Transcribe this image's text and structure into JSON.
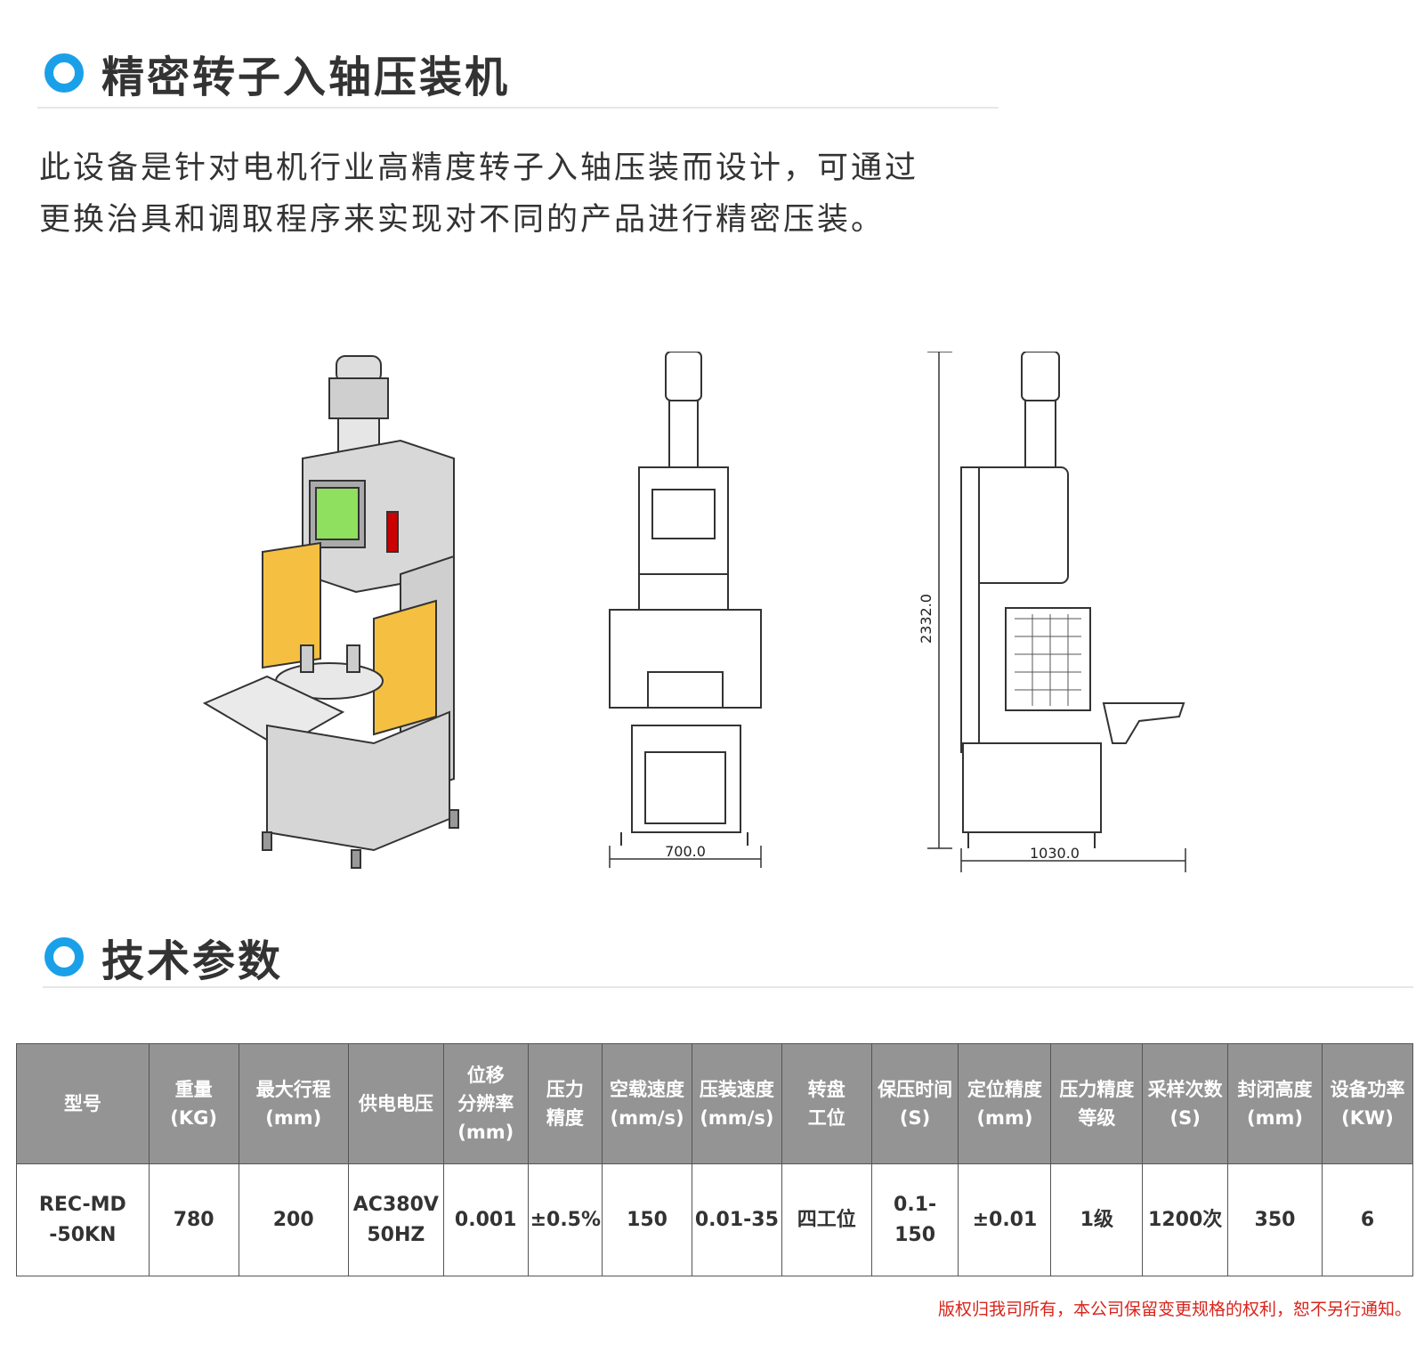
{
  "section1": {
    "title": "精密转子入轴压装机"
  },
  "intro": {
    "text": "此设备是针对电机行业高精度转子入轴压装而设计，可通过更换治具和调取程序来实现对不同的产品进行精密压装。"
  },
  "drawings": {
    "front_width": "700.0",
    "side_depth": "1030.0",
    "height": "2332.0"
  },
  "section2": {
    "title": "技术参数"
  },
  "spec_table": {
    "headers": [
      [
        "型号"
      ],
      [
        "重量",
        "(KG)"
      ],
      [
        "最大行程",
        "(mm)"
      ],
      [
        "供电电压"
      ],
      [
        "位移",
        "分辨率",
        "(mm)"
      ],
      [
        "压力",
        "精度"
      ],
      [
        "空载速度",
        "(mm/s)"
      ],
      [
        "压装速度",
        "(mm/s)"
      ],
      [
        "转盘",
        "工位"
      ],
      [
        "保压时间",
        "(S)"
      ],
      [
        "定位精度",
        "(mm)"
      ],
      [
        "压力精度",
        "等级"
      ],
      [
        "采样次数",
        "(S)"
      ],
      [
        "封闭高度",
        "(mm)"
      ],
      [
        "设备功率",
        "(KW)"
      ]
    ],
    "row": [
      [
        "REC-MD",
        "-50KN"
      ],
      [
        "780"
      ],
      [
        "200"
      ],
      [
        "AC380V",
        "50HZ"
      ],
      [
        "0.001"
      ],
      [
        "±0.5%"
      ],
      [
        "150"
      ],
      [
        "0.01-35"
      ],
      [
        "四工位"
      ],
      [
        "0.1-150"
      ],
      [
        "±0.01"
      ],
      [
        "1级"
      ],
      [
        "1200次"
      ],
      [
        "350"
      ],
      [
        "6"
      ]
    ]
  },
  "footer": {
    "copyright": "版权归我司所有，本公司保留变更规格的权利，恕不另行通知。"
  },
  "colors": {
    "accent": "#1aa0e8",
    "table_header": "#949494",
    "copyright": "#d9241b"
  }
}
